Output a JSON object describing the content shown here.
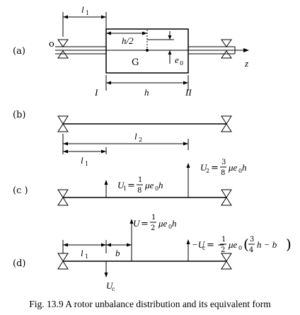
{
  "caption": "Fig. 13.9 A rotor unbalance distribution and its equivalent form",
  "panels": {
    "a": {
      "label": "(a)",
      "origin": "o",
      "axis": "z",
      "l1": "l",
      "l1_sub": "1",
      "half_h": "h/2",
      "center": "G",
      "e0": "e",
      "e0_sub": "0",
      "sec1": "I",
      "sec2": "II",
      "h": "h"
    },
    "b": {
      "label": "(b)",
      "l1": "l",
      "l1_sub": "1",
      "l2": "l",
      "l2_sub": "2"
    },
    "c": {
      "label": "(c )",
      "U1": "U",
      "U1_sub": "1",
      "U1_expr": "= — μe",
      "U1_num": "1",
      "U1_den": "8",
      "U1_h": "h",
      "U2": "U",
      "U2_sub": "2",
      "U2_num": "3",
      "U2_den": "8",
      "U2_h": "h"
    },
    "d": {
      "label": "(d)",
      "U": "U",
      "U_num": "1",
      "U_den": "2",
      "U_h": "h",
      "l1": "l",
      "l1_sub": "1",
      "b": "b",
      "Uc": "U",
      "Uc_sub": "c",
      "mUc": "−U",
      "mUc_sub": "c",
      "mUc_num": "1",
      "mUc_den": "2",
      "mUc_in_num": "3",
      "mUc_in_den": "4",
      "mUc_tail": "h − b"
    }
  }
}
